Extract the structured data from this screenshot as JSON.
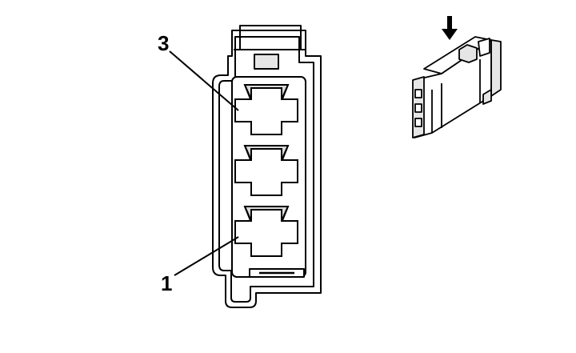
{
  "diagram": {
    "pin_labels": [
      {
        "id": "pin-3",
        "text": "3"
      },
      {
        "id": "pin-1",
        "text": "1"
      }
    ],
    "colors": {
      "line": "#000000",
      "background": "#ffffff",
      "pin_shade": "#d9d9d9",
      "inset_shade": "#e6e6e6"
    },
    "icons": [
      "down-arrow-icon",
      "connector-3d-icon"
    ]
  }
}
